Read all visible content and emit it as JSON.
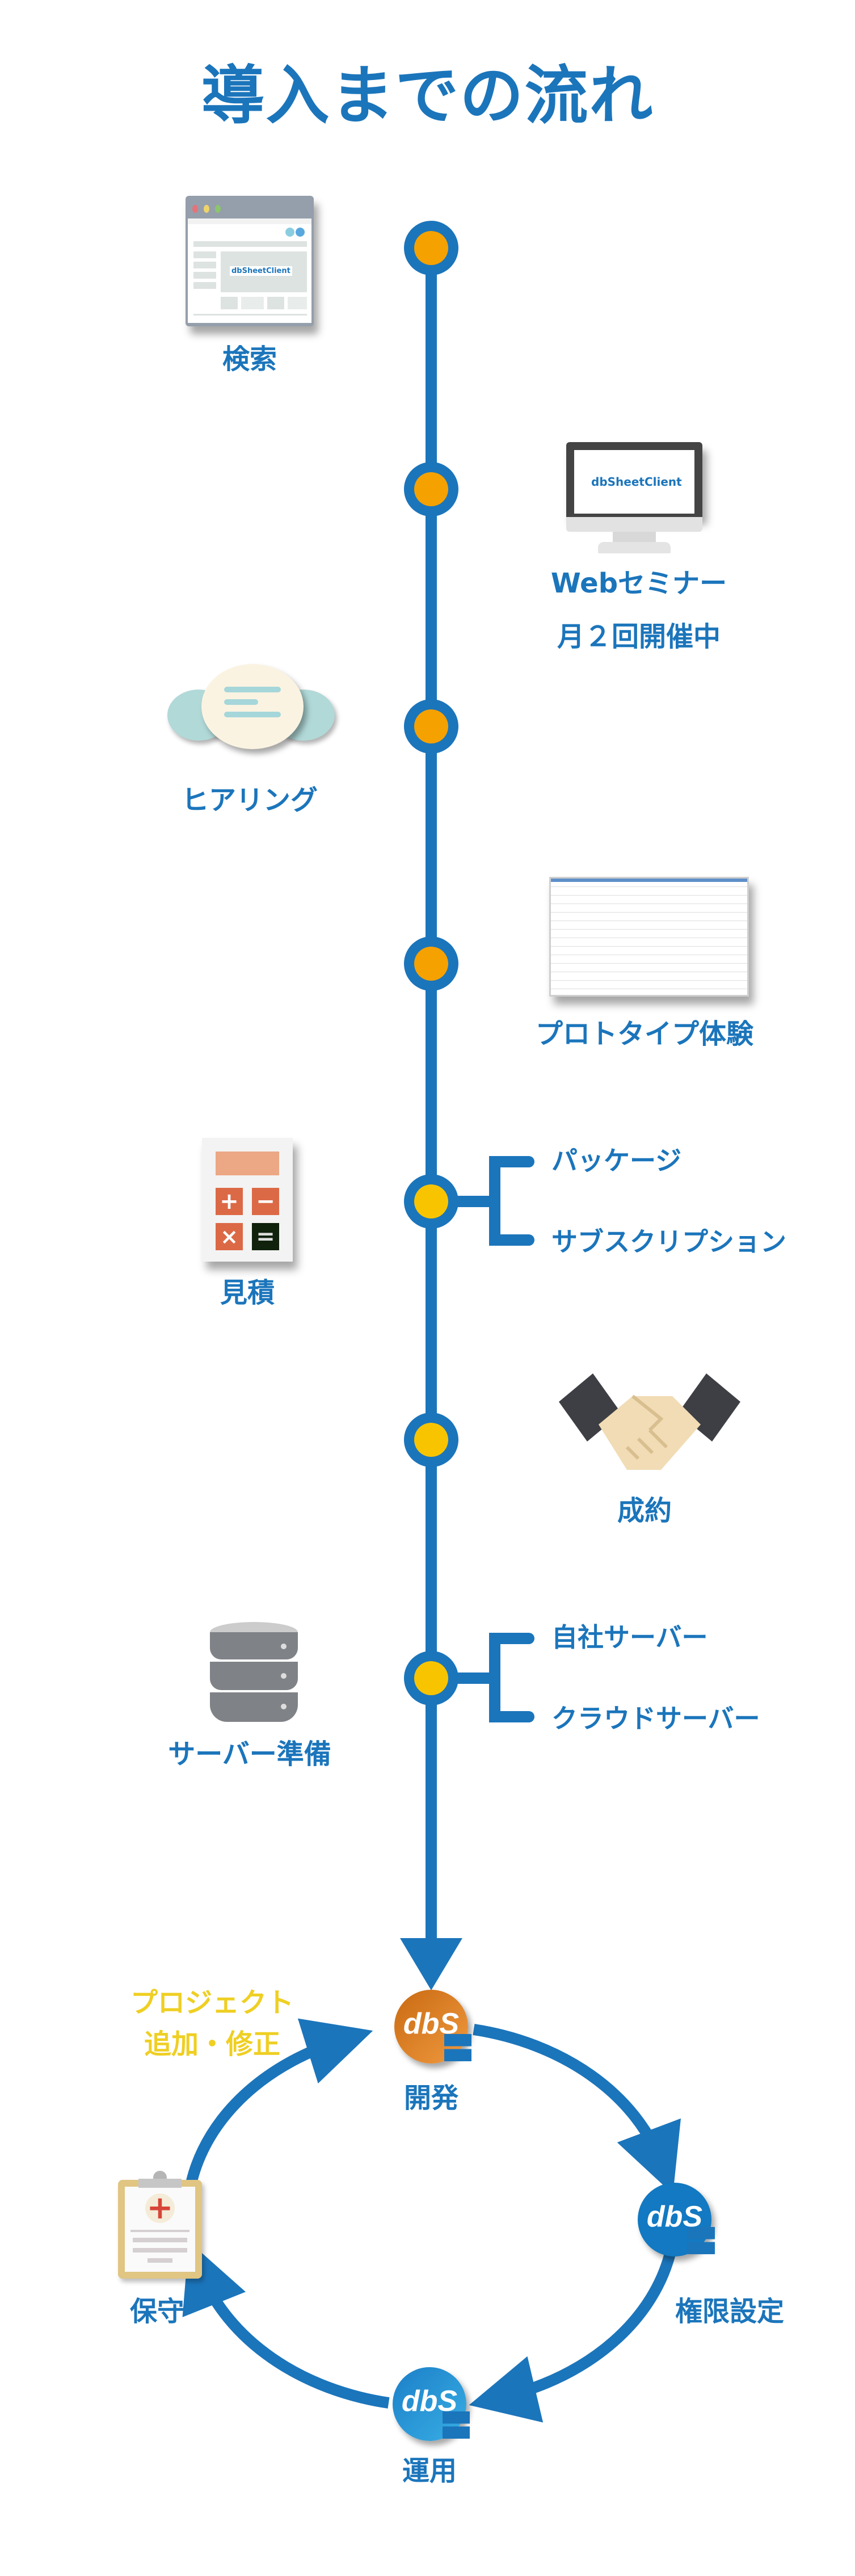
{
  "title": "導入までの流れ",
  "colors": {
    "primary": "#1b75bb",
    "dot_orange": "#f5a100",
    "dot_yellow": "#f8c400",
    "cycle_note": "#efcf22"
  },
  "logo_text": "dbSheetClient",
  "steps": [
    {
      "label": "検索",
      "icon": "browser-window-icon",
      "dot": "orange"
    },
    {
      "label": "Webセミナー",
      "sublabel": "月２回開催中",
      "icon": "monitor-icon",
      "dot": "orange"
    },
    {
      "label": "ヒアリング",
      "icon": "speech-bubbles-icon",
      "dot": "orange"
    },
    {
      "label": "プロトタイプ体験",
      "icon": "spreadsheet-icon",
      "dot": "orange"
    },
    {
      "label": "見積",
      "icon": "calculator-icon",
      "dot": "yellow",
      "options": [
        "パッケージ",
        "サブスクリプション"
      ]
    },
    {
      "label": "成約",
      "icon": "handshake-icon",
      "dot": "yellow"
    },
    {
      "label": "サーバー準備",
      "icon": "server-icon",
      "dot": "yellow",
      "options": [
        "自社サーバー",
        "クラウドサーバー"
      ]
    }
  ],
  "cycle": {
    "nodes": [
      {
        "label": "開発",
        "icon_text": "dbS"
      },
      {
        "label": "権限設定",
        "icon_text": "dbS"
      },
      {
        "label": "運用",
        "icon_text": "dbS"
      },
      {
        "label": "保守",
        "icon": "clipboard-icon"
      }
    ],
    "note_line1": "プロジェクト",
    "note_line2": "追加・修正"
  }
}
